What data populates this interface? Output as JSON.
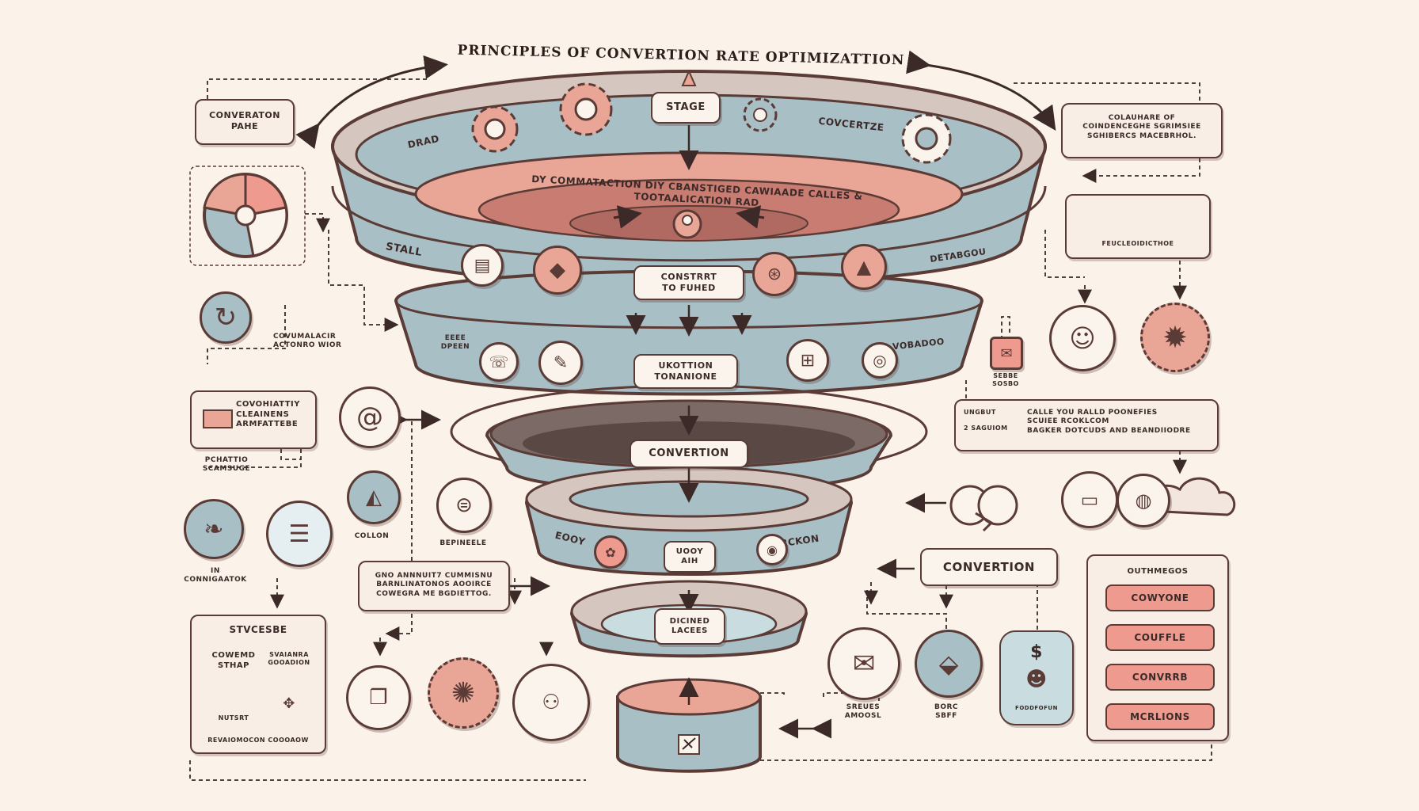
{
  "title": "PRINCIPLES OF CONVERTION RATE OPTIMIZATTION",
  "funnel": {
    "stage_label": "STAGE",
    "top_left_text": "DRAD",
    "top_right_text": "COVCERTZE",
    "inner_ribbon_text": "DY COMMATACTION DIY CBANSTIGED CAWIAADE CALLES & TOOTAALICATION RAD",
    "stall_label": "STALL",
    "right_band_text": "DETABGOU",
    "contrast_label": "CONSTRRT\nTO FUHED",
    "left_band2_text": "EEEE\nDPEEN",
    "right_band2_text": "VOBADOO",
    "ukottion_label": "UKOTTION\nTONANIONE",
    "convertion_label": "CONVERTION",
    "band4_left": "EOOY",
    "band4_right": "RCKON",
    "band4_mid": "UOOY\nAIH",
    "dicined_label": "DICINED\nLACEES"
  },
  "left": {
    "convertion_page": "CONVERATON\nPAHE",
    "behavior": "COVUMALACIR\nACTONRO WIOR",
    "cleanness_box": "COVOHIATTIY\nCLEAINENS\nARMFATTEBE",
    "pchattio": "PCHATTIO\nSCAMSUGE",
    "in_label": "IN\nCONNIGAATOK",
    "collon": "COLLON",
    "bepineele": "BEPINEELE",
    "strategies_title": "STVCESBE",
    "grid": [
      "COWEMD\nSTHAP",
      "SVAIANRA\nGOOADION",
      "NUTSRT",
      ""
    ],
    "grid_footer": "REVAIOMOCON   COOOAOW",
    "note_box": "GNO ANNNUIT7 CUMMISNU\nBARNLINATONOS AOOIRCE\nCOWEGRA ME BGDIETTOG."
  },
  "right": {
    "collab_box": "COLAUHARE OF\nCOINDENCEGHE SGRIMSIEE\nSGHIBERCS MACEBRHOL.",
    "chart_box_caption": "FEUCLEOIDICTHOE",
    "sebe": "SEBBE\nSOSBO",
    "tip_left": "UNGBUT\n\n2 SAGUIOM",
    "tip_right": "CALLE YOU RALLD POONEFIES\nSCUIEE          RCOKLCOM\nBAGKER DOTCUDS AND BEANDIIODRE",
    "convertion_btn": "CONVERTION",
    "outcomes_title": "OUTHMEGOS",
    "outcomes": [
      "COWYONE",
      "COUFFLE",
      "CONVRRB",
      "MCRLIONS"
    ],
    "sreues": "SREUES\nAMOOSL",
    "borc": "BORC\nSBFF",
    "foddfun": "FODDFOFUN"
  },
  "colors": {
    "background": "#fbf3ea",
    "outline": "#5a3b36",
    "slate": "#a8bfc6",
    "salmon": "#ee9a8f",
    "cream": "#f8eee6"
  }
}
